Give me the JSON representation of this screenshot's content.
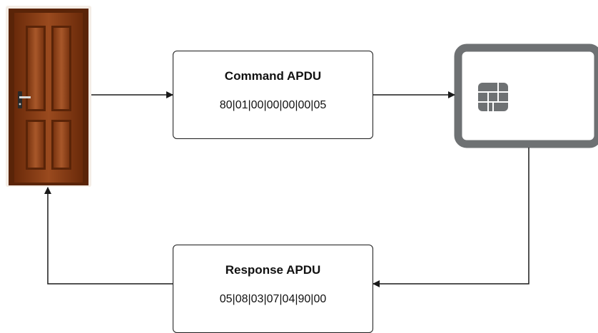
{
  "command": {
    "title": "Command APDU",
    "bytes": "80|01|00|00|00|00|05"
  },
  "response": {
    "title": "Response APDU",
    "bytes": "05|08|03|07|04|90|00"
  },
  "colors": {
    "arrow": "#1a1a1a",
    "card_frame": "#6e7173",
    "chip": "#6e7173",
    "door_wood": "#8a3c14",
    "door_dark": "#5a2408",
    "door_light": "#a85428"
  },
  "icons": {
    "door": "door-icon",
    "card": "smart-card-icon",
    "chip": "chip-icon"
  }
}
